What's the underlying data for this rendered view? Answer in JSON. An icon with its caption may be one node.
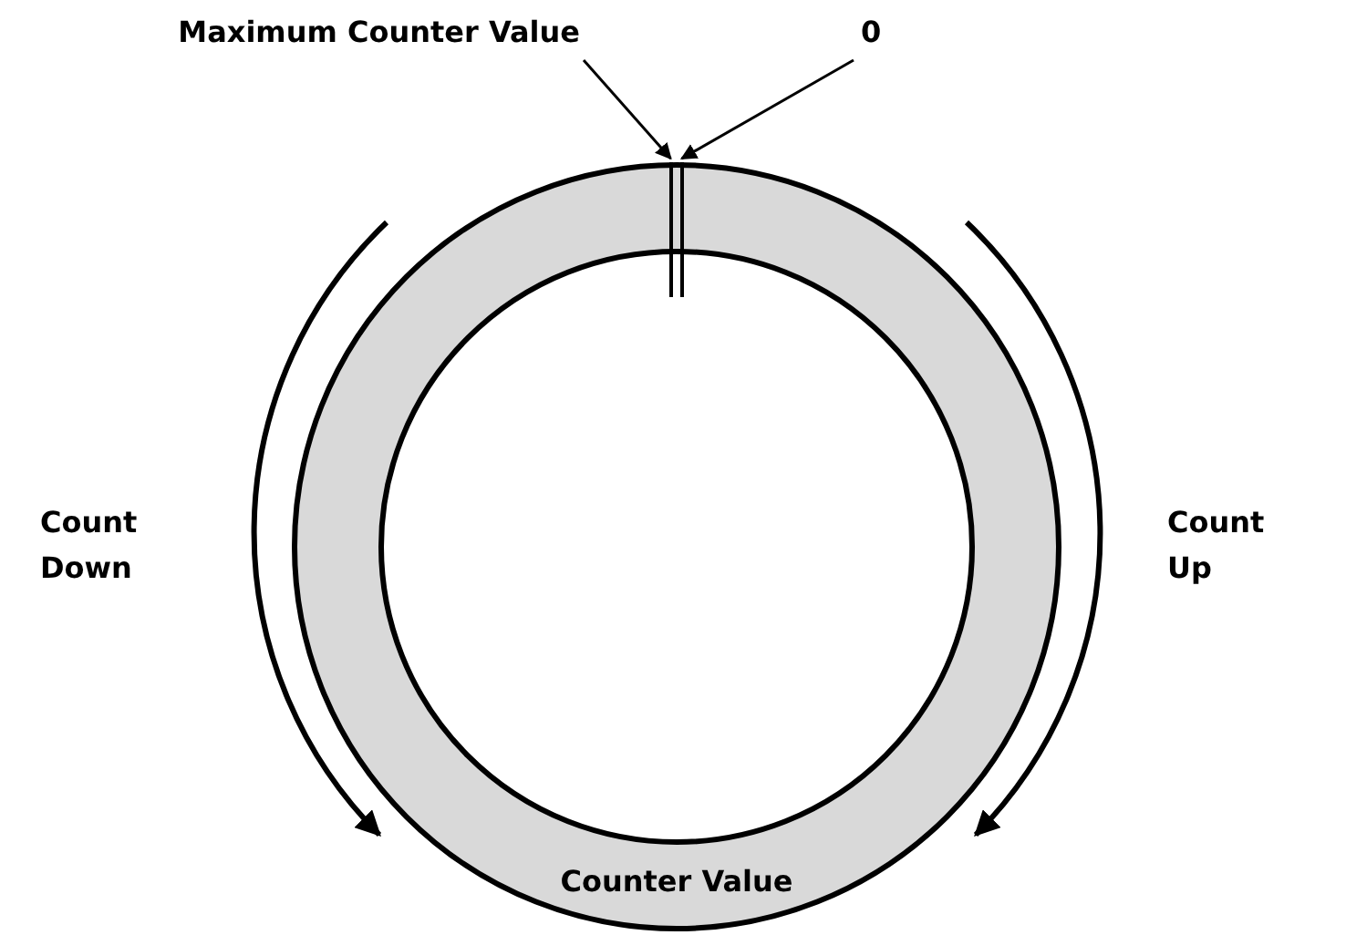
{
  "diagram": {
    "nodes": [
      {
        "text": [
          "Maximum Counter Value"
        ]
      },
      {
        "text": [
          "0"
        ]
      },
      {
        "text": [
          "Counter Value"
        ]
      },
      {
        "text": [],
        "shape": "bar",
        "in": 2
      },
      {
        "text": [],
        "shape": "bar",
        "in": 2
      }
    ],
    "edges": [
      {
        "from": 0,
        "to": 3,
        "arrow": "to"
      },
      {
        "from": 1,
        "to": 4,
        "arrow": "to"
      }
    ],
    "labels": [
      "Count Down",
      "Count Up"
    ]
  }
}
